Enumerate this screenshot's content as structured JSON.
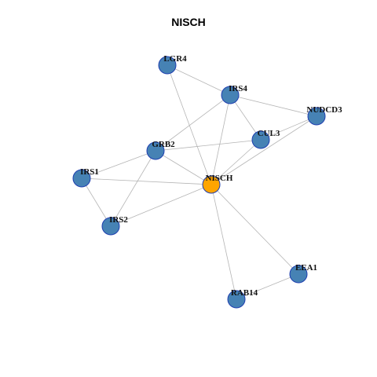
{
  "title": "NISCH",
  "colors": {
    "center_node": "#FFA500",
    "neighbor_node": "#4682B4",
    "node_border": "#1F3FB0",
    "edge": "#B5B5B5"
  },
  "nodes": [
    {
      "id": "NISCH",
      "label": "NISCH",
      "center": true
    },
    {
      "id": "LGR4",
      "label": "LGR4"
    },
    {
      "id": "IRS4",
      "label": "IRS4"
    },
    {
      "id": "NUDCD3",
      "label": "NUDCD3"
    },
    {
      "id": "CUL3",
      "label": "CUL3"
    },
    {
      "id": "GRB2",
      "label": "GRB2"
    },
    {
      "id": "IRS1",
      "label": "IRS1"
    },
    {
      "id": "IRS2",
      "label": "IRS2"
    },
    {
      "id": "EEA1",
      "label": "EEA1"
    },
    {
      "id": "RAB14",
      "label": "RAB14"
    }
  ],
  "edges": [
    [
      "LGR4",
      "IRS4"
    ],
    [
      "LGR4",
      "NISCH"
    ],
    [
      "IRS4",
      "NUDCD3"
    ],
    [
      "IRS4",
      "CUL3"
    ],
    [
      "IRS4",
      "GRB2"
    ],
    [
      "IRS4",
      "NISCH"
    ],
    [
      "NUDCD3",
      "CUL3"
    ],
    [
      "NUDCD3",
      "NISCH"
    ],
    [
      "CUL3",
      "GRB2"
    ],
    [
      "CUL3",
      "NISCH"
    ],
    [
      "GRB2",
      "IRS1"
    ],
    [
      "GRB2",
      "IRS2"
    ],
    [
      "GRB2",
      "NISCH"
    ],
    [
      "IRS1",
      "IRS2"
    ],
    [
      "IRS1",
      "NISCH"
    ],
    [
      "IRS2",
      "NISCH"
    ],
    [
      "NISCH",
      "EEA1"
    ],
    [
      "NISCH",
      "RAB14"
    ],
    [
      "EEA1",
      "RAB14"
    ]
  ]
}
